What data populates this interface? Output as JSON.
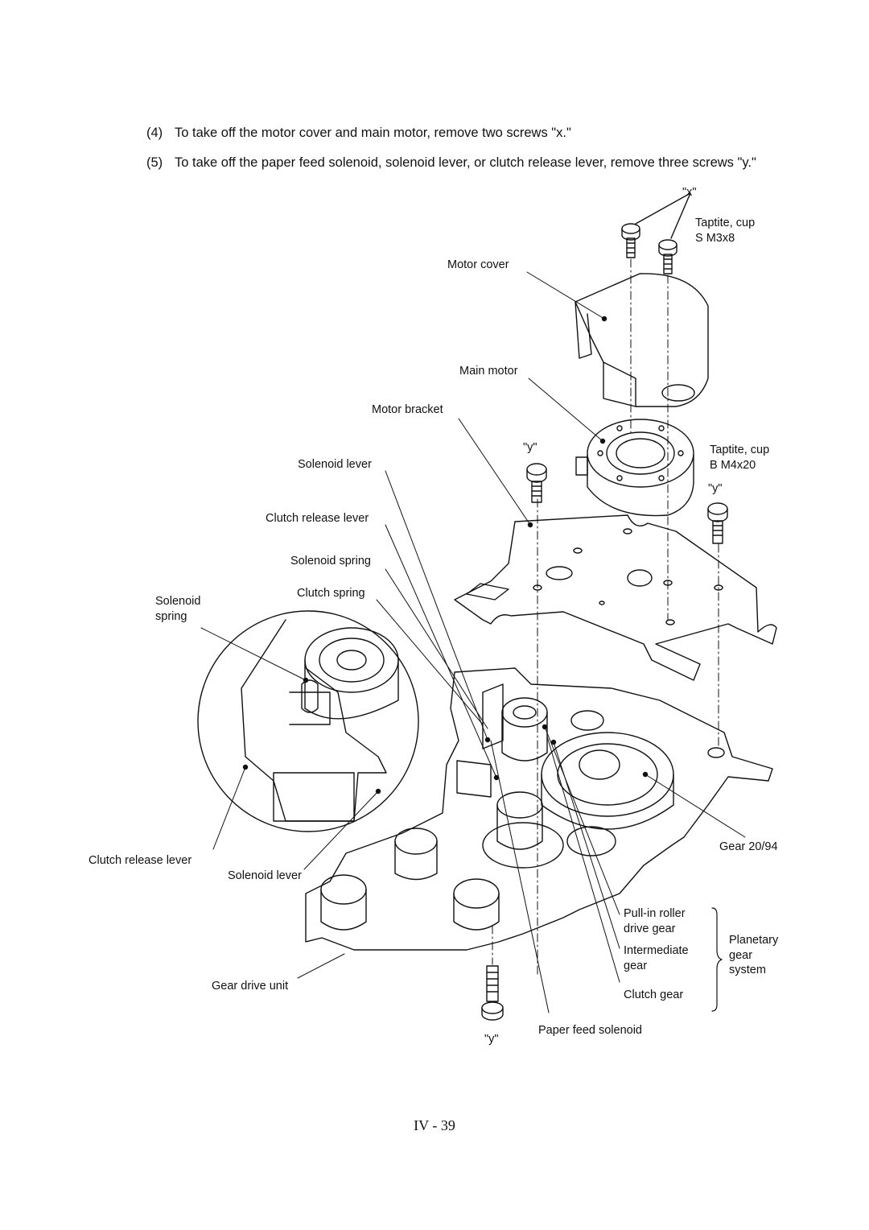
{
  "steps": [
    {
      "number": "(4)",
      "text": "To take off the motor cover and main motor, remove two screws \"x.\""
    },
    {
      "number": "(5)",
      "text": "To take off the paper feed solenoid, solenoid lever, or clutch release lever, remove three screws \"y.\""
    }
  ],
  "labels": {
    "x_screw": "\"x\"",
    "taptite_s_1": "Taptite, cup",
    "taptite_s_2": "S M3x8",
    "motor_cover": "Motor cover",
    "main_motor": "Main motor",
    "motor_bracket": "Motor bracket",
    "y_screw_top": "\"y\"",
    "taptite_b_1": "Taptite, cup",
    "taptite_b_2": "B M4x20",
    "y_screw_right": "\"y\"",
    "solenoid_lever_top": "Solenoid lever",
    "clutch_release_lever_top": "Clutch release lever",
    "solenoid_spring_right": "Solenoid spring",
    "clutch_spring": "Clutch spring",
    "solenoid_spring_left_1": "Solenoid",
    "solenoid_spring_left_2": "spring",
    "gear_20_94": "Gear 20/94",
    "clutch_release_lever_bottom": "Clutch release lever",
    "solenoid_lever_bottom": "Solenoid lever",
    "pull_in_roller_1": "Pull-in roller",
    "pull_in_roller_2": "drive gear",
    "intermediate_1": "Intermediate",
    "intermediate_2": "gear",
    "planetary_1": "Planetary",
    "planetary_2": "gear",
    "planetary_3": "system",
    "gear_drive_unit": "Gear drive unit",
    "clutch_gear": "Clutch gear",
    "y_screw_bottom": "\"y\"",
    "paper_feed_solenoid": "Paper feed solenoid"
  },
  "page_number": "IV - 39"
}
